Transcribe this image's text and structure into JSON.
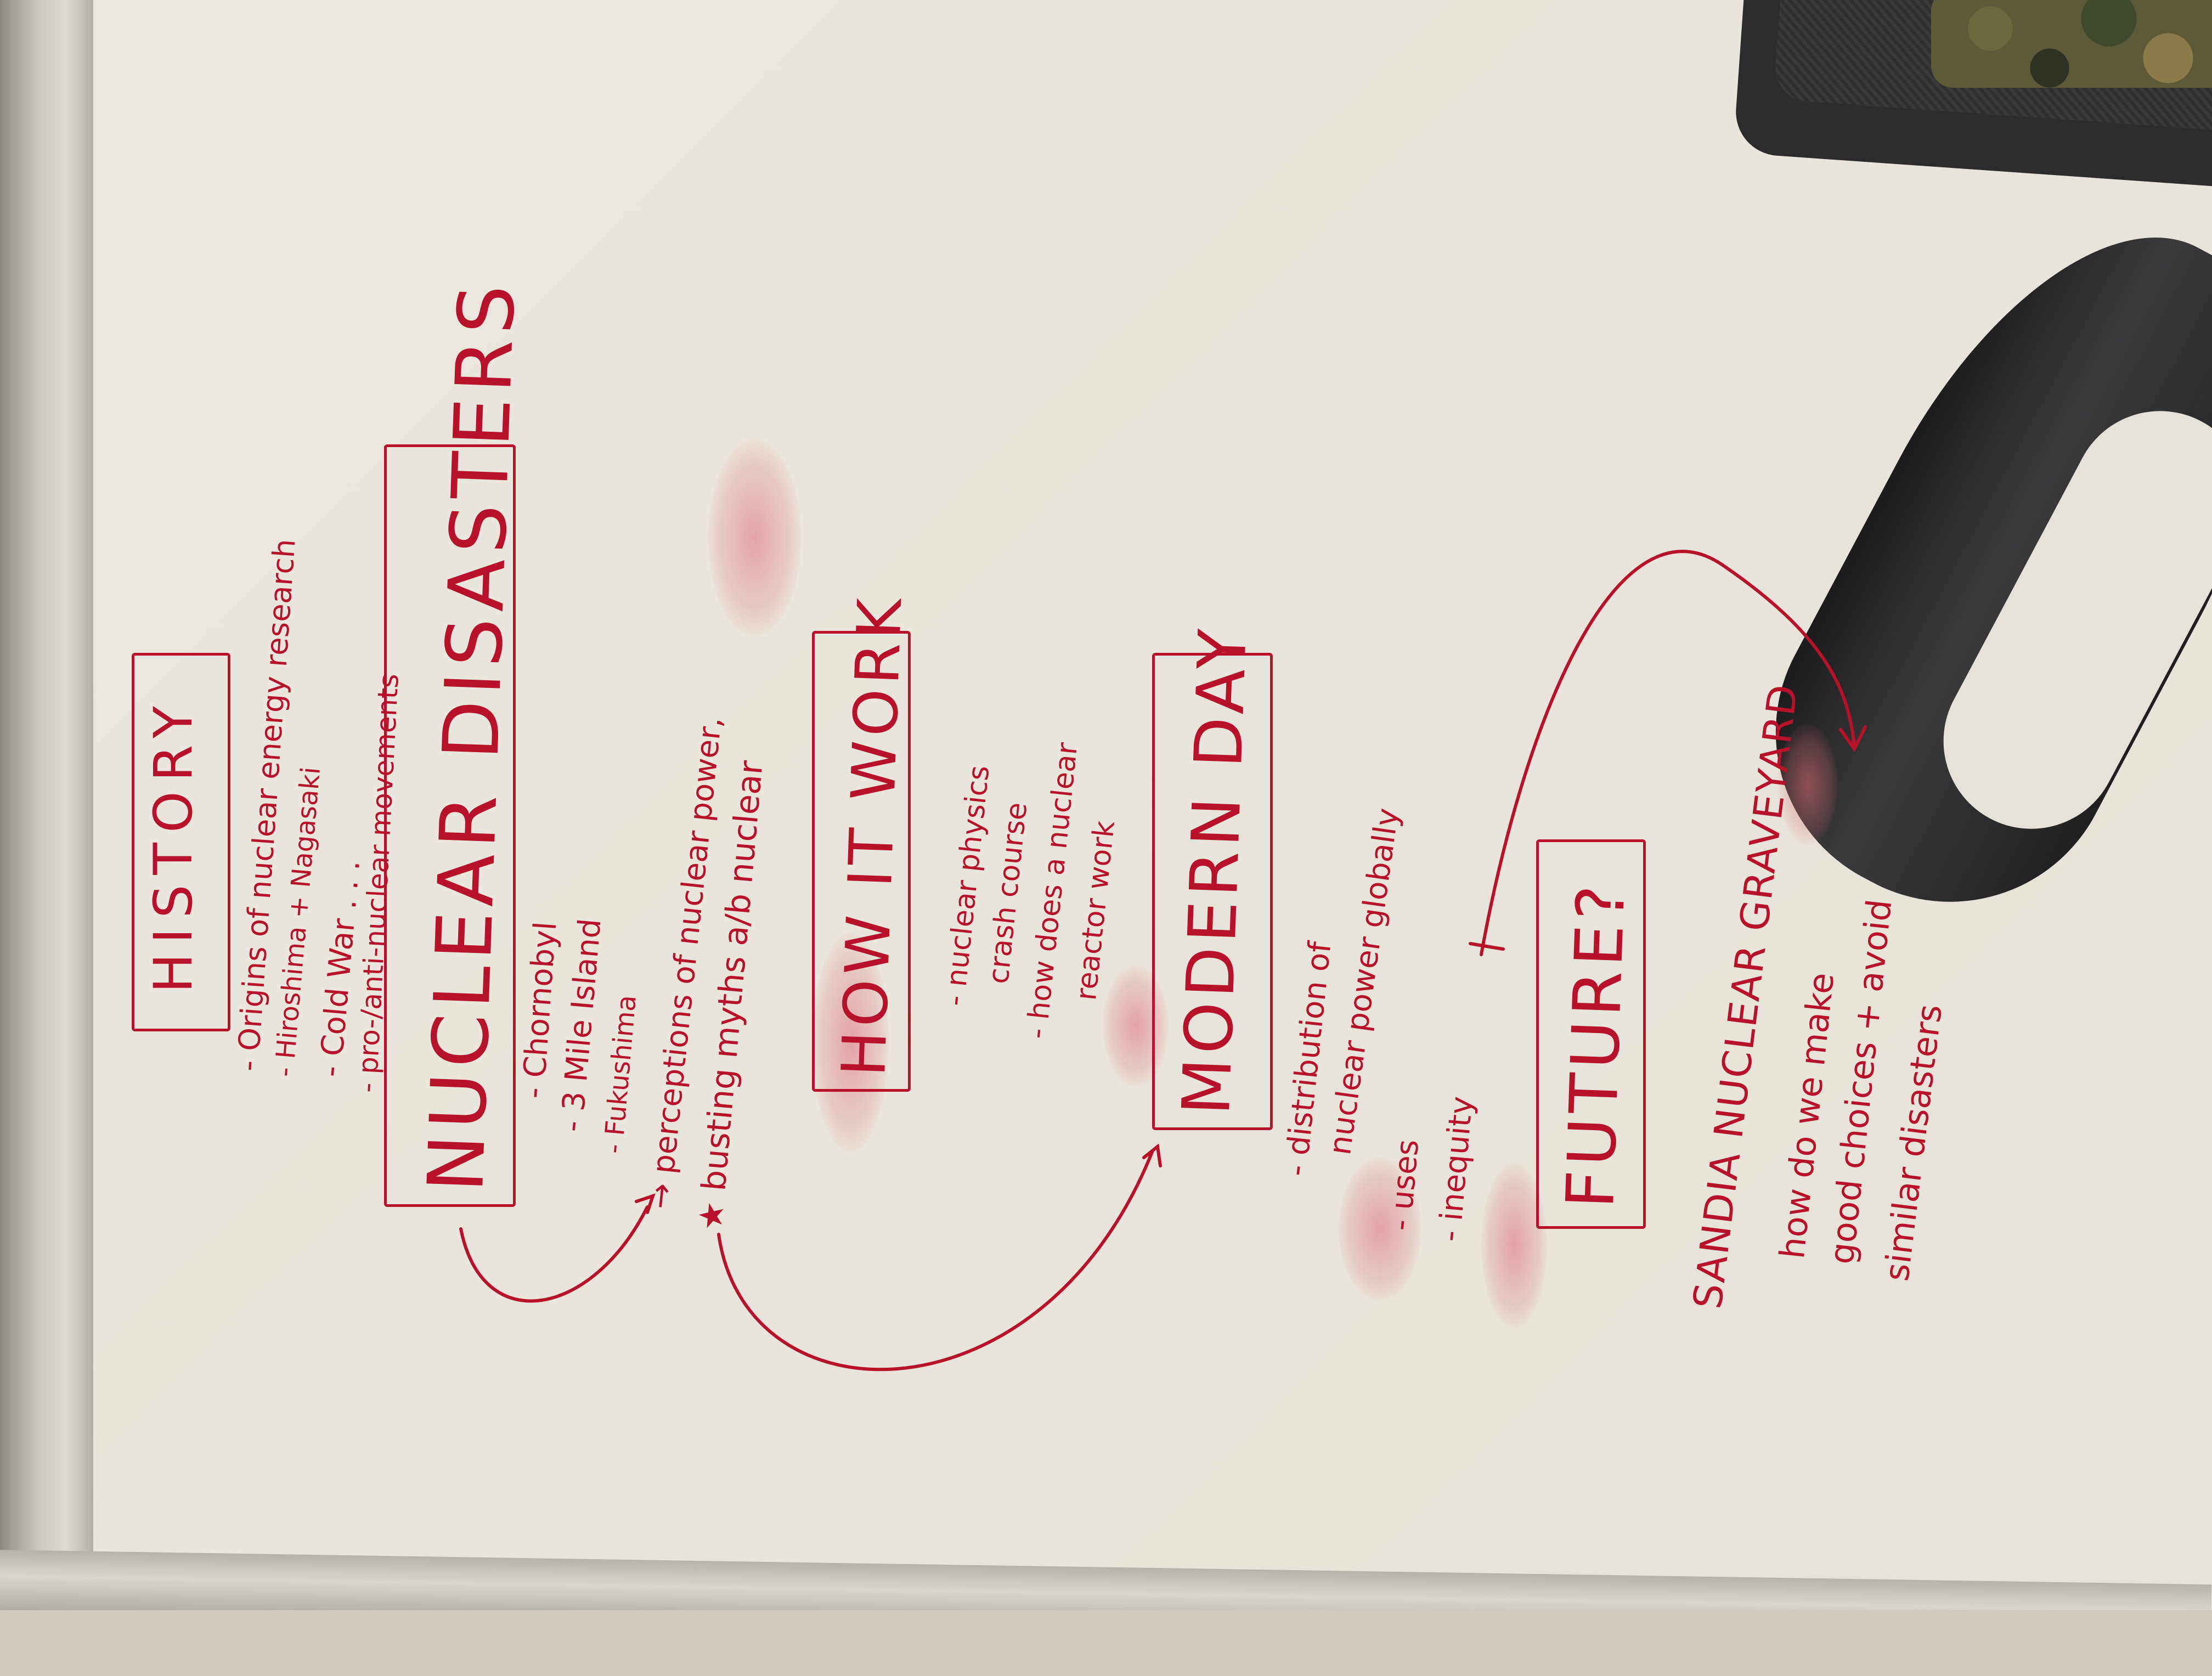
{
  "whiteboard": {
    "history": {
      "heading": "HISTORY",
      "items": [
        "- Origins of nuclear energy research",
        "- Hiroshima + Nagasaki",
        "- Cold War . . .",
        "- pro-/anti-nuclear movements"
      ]
    },
    "disasters": {
      "heading": "NUCLEAR DISASTERS",
      "items": [
        "- Chornobyl",
        "- 3 Mile Island",
        "- Fukushima"
      ],
      "perceptions": "→ perceptions of nuclear power,",
      "myths": "★ busting myths a/b nuclear"
    },
    "how_it_works": {
      "heading": "HOW IT WORK",
      "items": [
        "- nuclear physics",
        "crash course",
        "- how does a nuclear",
        "reactor work"
      ]
    },
    "modern_day": {
      "heading": "MODERN DAY",
      "items": [
        "- distribution of",
        "nuclear power globally",
        "- uses",
        "- inequity"
      ]
    },
    "future": {
      "heading": "FUTURE?",
      "items": [
        "SANDIA NUCLEAR GRAVEYARD",
        "how do we make",
        "good choices + avoid",
        "similar disasters"
      ]
    }
  },
  "colors": {
    "marker_red": "#b8122a",
    "board_white": "#e9e5dc",
    "frame_gray": "#c9c6c0",
    "chair_black": "#2c2c2e"
  }
}
